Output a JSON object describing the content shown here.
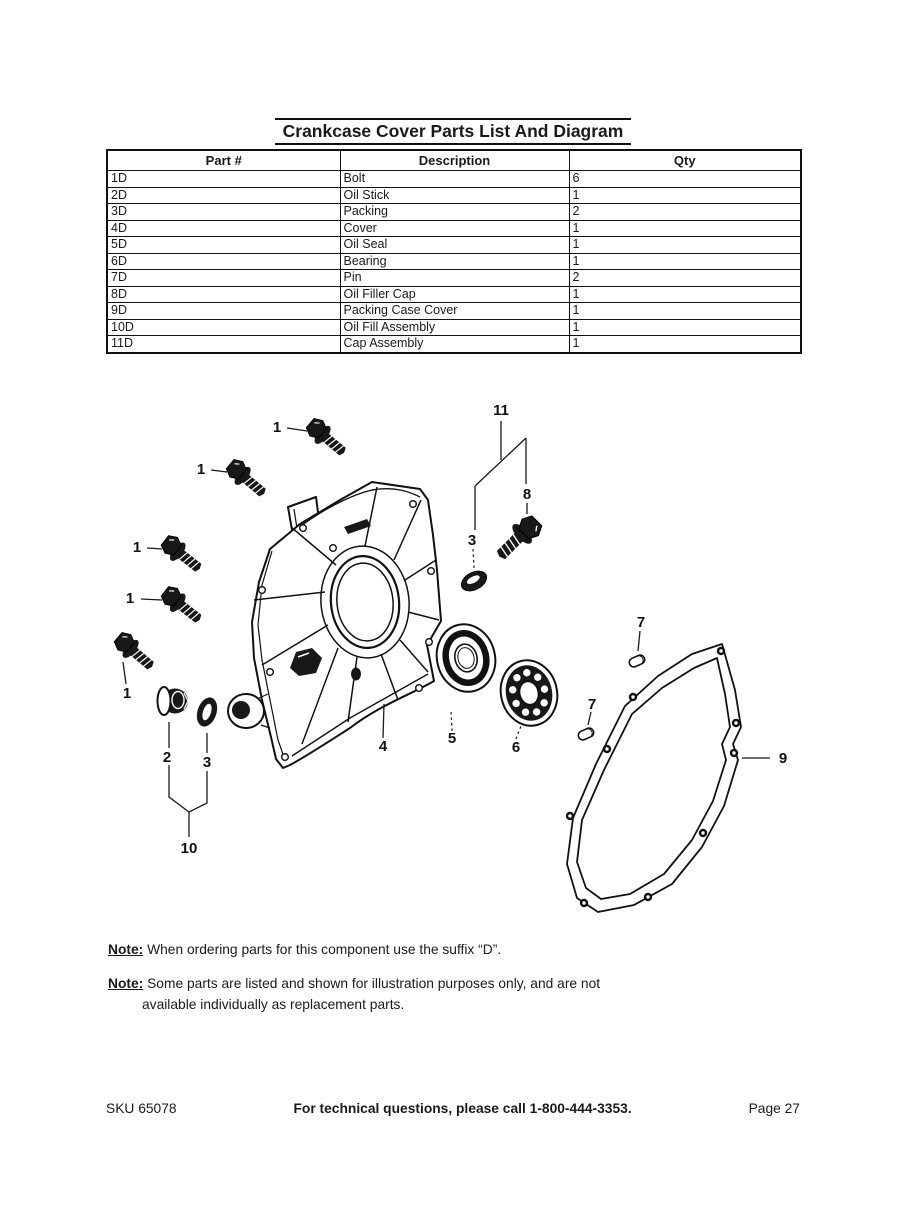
{
  "title": "Crankcase Cover Parts List And Diagram",
  "table": {
    "headers": [
      "Part #",
      "Description",
      "Qty"
    ],
    "rows": [
      [
        "1D",
        "Bolt",
        "6"
      ],
      [
        "2D",
        "Oil Stick",
        "1"
      ],
      [
        "3D",
        "Packing",
        "2"
      ],
      [
        "4D",
        "Cover",
        "1"
      ],
      [
        "5D",
        "Oil Seal",
        "1"
      ],
      [
        "6D",
        "Bearing",
        "1"
      ],
      [
        "7D",
        "Pin",
        "2"
      ],
      [
        "8D",
        "Oil Filler Cap",
        "1"
      ],
      [
        "9D",
        "Packing Case Cover",
        "1"
      ],
      [
        "10D",
        "Oil Fill Assembly",
        "1"
      ],
      [
        "11D",
        "Cap Assembly",
        "1"
      ]
    ]
  },
  "diagram": {
    "labels": {
      "part1": "1",
      "part2": "2",
      "part3": "3",
      "part4": "4",
      "part5": "5",
      "part6": "6",
      "part7": "7",
      "part8": "8",
      "part9": "9",
      "part10": "10",
      "part11": "11"
    }
  },
  "notes": {
    "note1_label": "Note:",
    "note1_text": "When ordering parts for this component use the suffix “D”.",
    "note2_label": "Note:",
    "note2_line1": "Some parts are listed and shown for illustration purposes only, and are not",
    "note2_line2": "available individually as replacement parts."
  },
  "footer": {
    "sku": "SKU 65078",
    "phone_text": "For technical questions, please call 1-800-444-3353.",
    "page": "Page 27"
  },
  "colors": {
    "ink": "#111111",
    "paper": "#ffffff"
  }
}
